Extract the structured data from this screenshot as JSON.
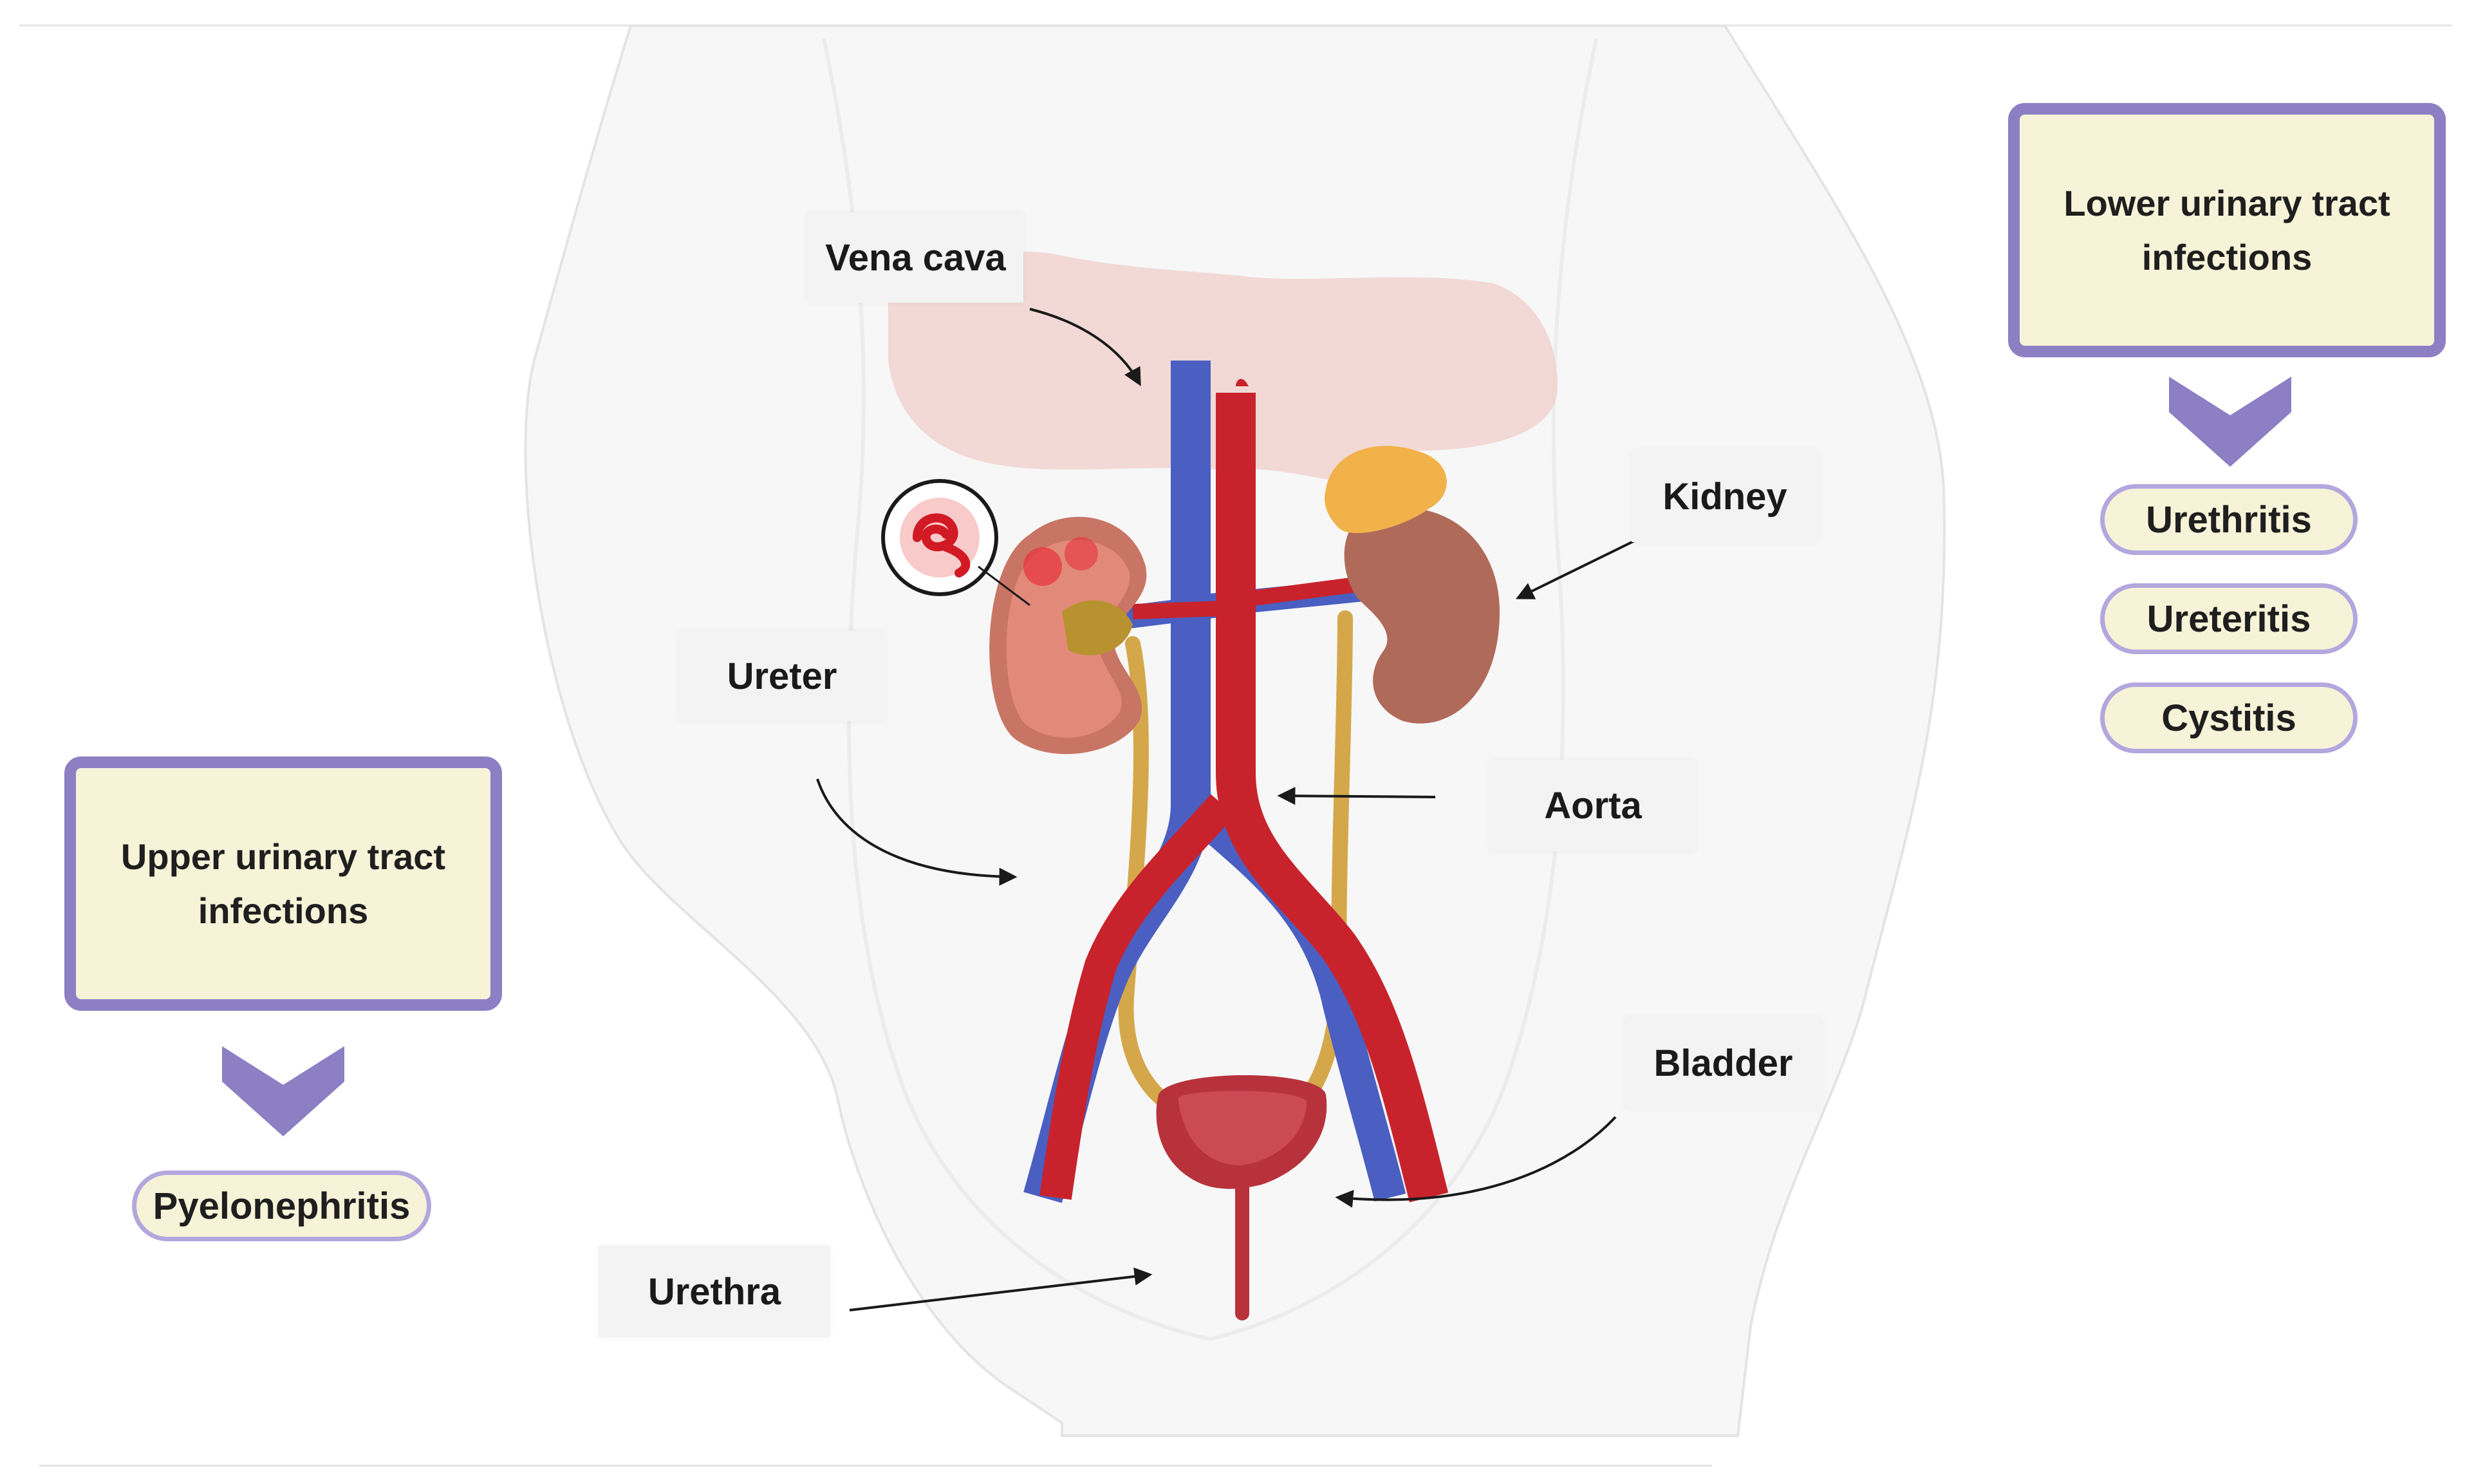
{
  "labels": {
    "vena_cava": "Vena cava",
    "kidney": "Kidney",
    "ureter": "Ureter",
    "aorta": "Aorta",
    "bladder": "Bladder",
    "urethra": "Urethra"
  },
  "upper": {
    "title": "Upper urinary  tract infections",
    "items": [
      "Pyelonephritis"
    ]
  },
  "lower": {
    "title": "Lower urinary  tract infections",
    "items": [
      "Urethritis",
      "Ureteritis",
      "Cystitis"
    ]
  },
  "colors": {
    "box_border": "#8c7fc4",
    "box_fill": "#f6f3d8",
    "pill_border": "#b3a7de",
    "artery": "#c8232c",
    "vein": "#4a5fc1",
    "ureter": "#d4a84a",
    "kidney": "#b06a5a",
    "adrenal": "#f2b24a",
    "liver": "#f1d3d0",
    "bladder": "#b8323c"
  }
}
